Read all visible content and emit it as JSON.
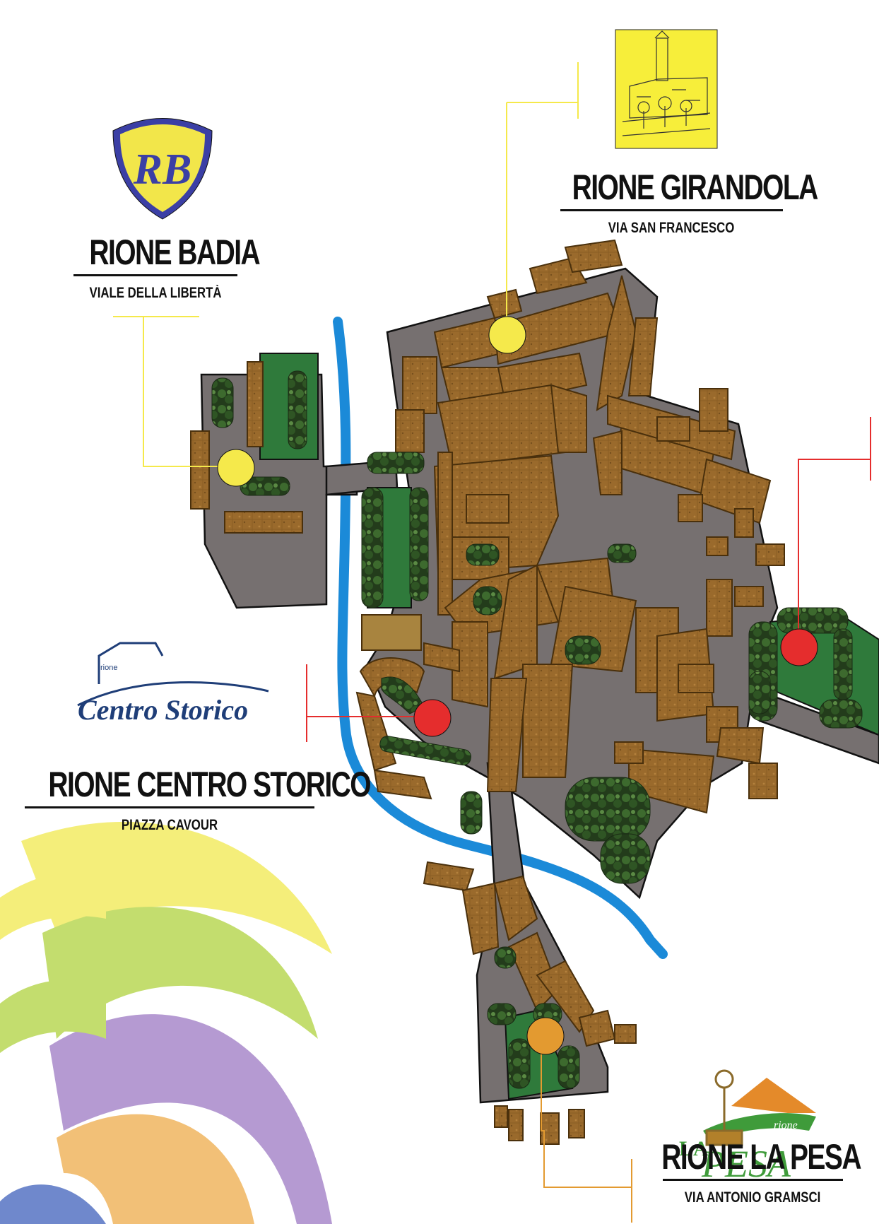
{
  "rioni": {
    "badia": {
      "name": "RIONE BADIA",
      "street": "VIALE DELLA LIBERTÀ",
      "color": "#f5e94b",
      "logo_text": "RB",
      "logo_colors": {
        "shield_outer": "#3b3fa5",
        "shield_inner": "#f2e64a"
      }
    },
    "girandola": {
      "name": "RIONE GIRANDOLA",
      "street": "VIA SAN FRANCESCO",
      "color": "#f5e94b",
      "logo_bg": "#f7ee3a"
    },
    "centro_storico": {
      "name": "RIONE CENTRO STORICO",
      "street": "PIAZZA CAVOUR",
      "color": "#e52d2d",
      "logo_text": "Centro Storico",
      "logo_small": "rione",
      "logo_color": "#1f3e78"
    },
    "la_pesa": {
      "name": "RIONE LA PESA",
      "street": "VIA ANTONIO GRAMSCI",
      "color": "#e39a30",
      "logo_text": "PESA",
      "logo_prefix": "LA",
      "logo_small": "rione",
      "logo_colors": {
        "orange": "#e48a2a",
        "green": "#3f9b3a"
      }
    },
    "unnamed_right": {
      "color": "#e52d2d"
    }
  },
  "map_colors": {
    "road": "#767070",
    "road_outline": "#111111",
    "building": "#9a6a2c",
    "building_dark": "#6e4818",
    "park": "#2f7a3b",
    "trees": "#2d4a22",
    "river": "#1b8ad8"
  },
  "decor_colors": [
    "#f4ee7a",
    "#c3dd6e",
    "#b59ad2",
    "#f2c077",
    "#6f88cc"
  ]
}
